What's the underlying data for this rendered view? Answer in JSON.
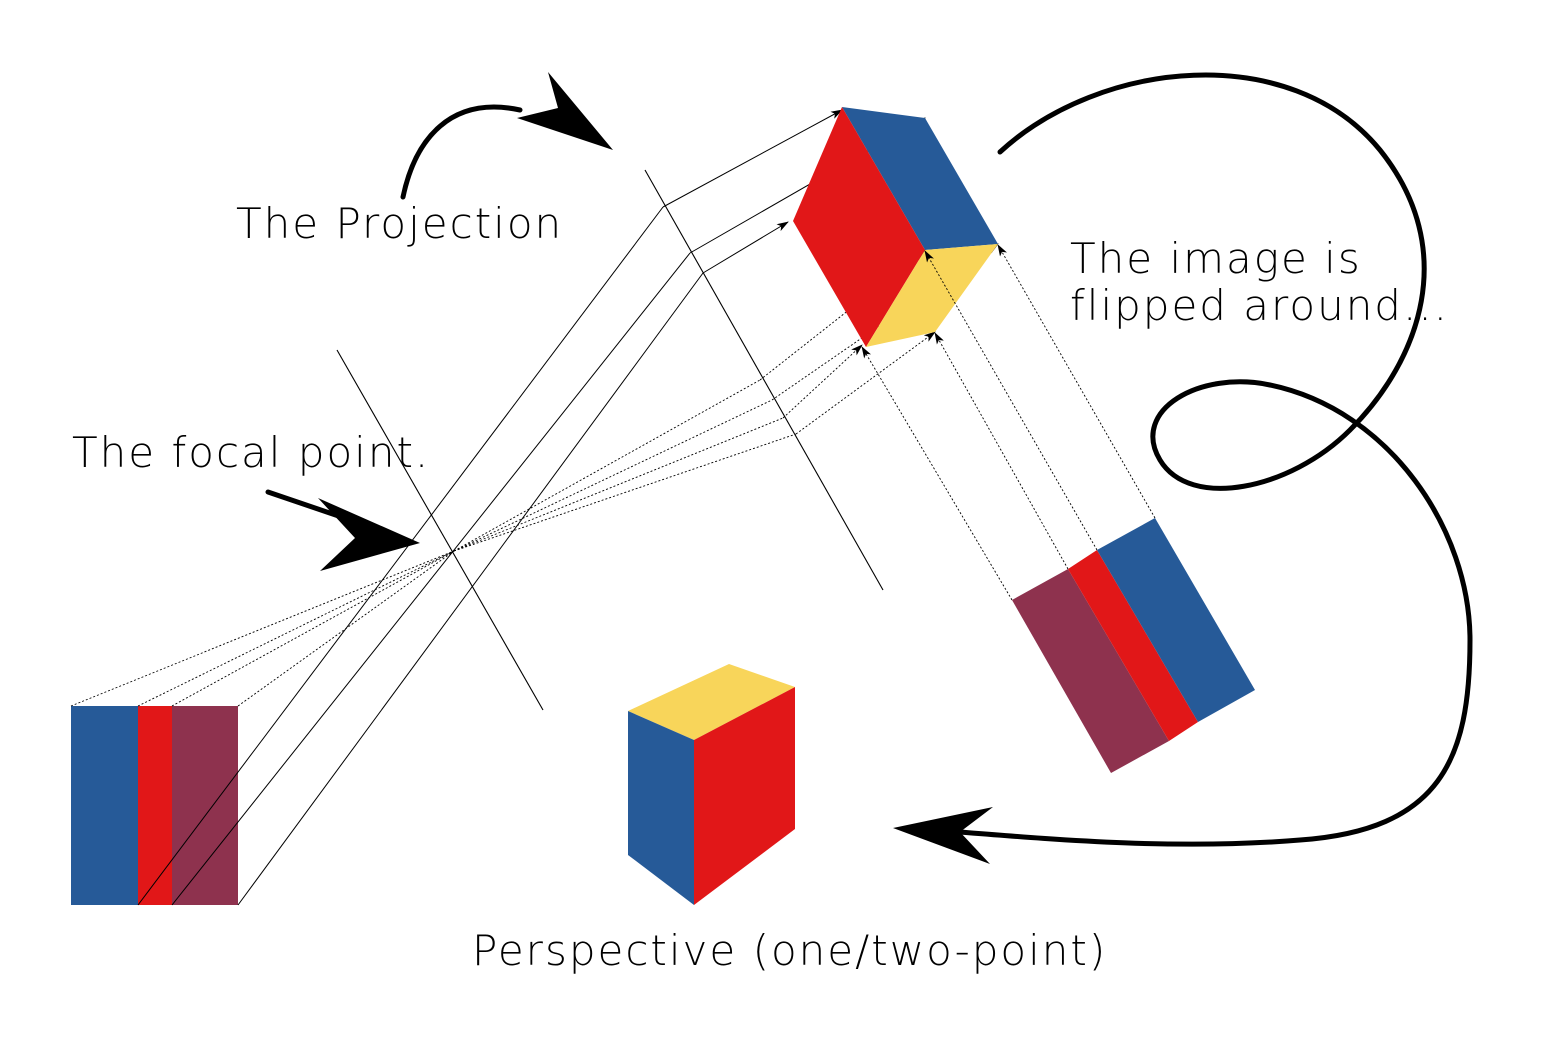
{
  "labels": {
    "projection": "The Projection",
    "focal_point": "The focal point.",
    "flipped_line1": "The image is",
    "flipped_line2": "flipped around...",
    "perspective": "Perspective (one/two-point)"
  },
  "colors": {
    "blue": "#265a98",
    "red": "#e11718",
    "maroon": "#8e324e",
    "yellow": "#f8d55a",
    "ink": "#000000"
  }
}
